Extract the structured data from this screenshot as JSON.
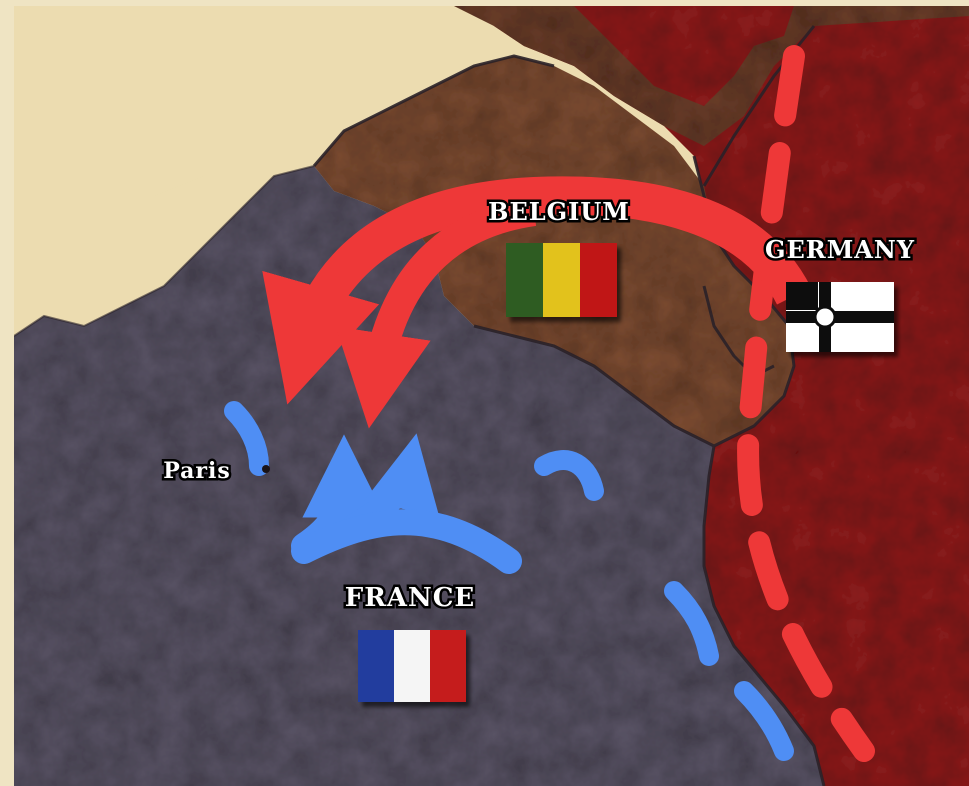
{
  "map": {
    "labels": {
      "belgium": "BELGIUM",
      "germany": "GERMANY",
      "france": "FRANCE",
      "paris": "Paris"
    },
    "colors": {
      "sea": "#ecdcb0",
      "france_land": "#5a5466",
      "belgium_land": "#7d4c32",
      "germany_land": "#8f1c1c",
      "german_attack": "#ee3838",
      "french_counter": "#4f8ef4",
      "border_line": "#2a2128"
    },
    "flags": {
      "belgium": [
        "#2e5c24",
        "#e2c21a",
        "#c01818"
      ],
      "france": [
        "#223e9e",
        "#f5f5f5",
        "#c51a1a"
      ],
      "germany": [
        "#111111",
        "#ffffff",
        "#c81818"
      ]
    }
  }
}
